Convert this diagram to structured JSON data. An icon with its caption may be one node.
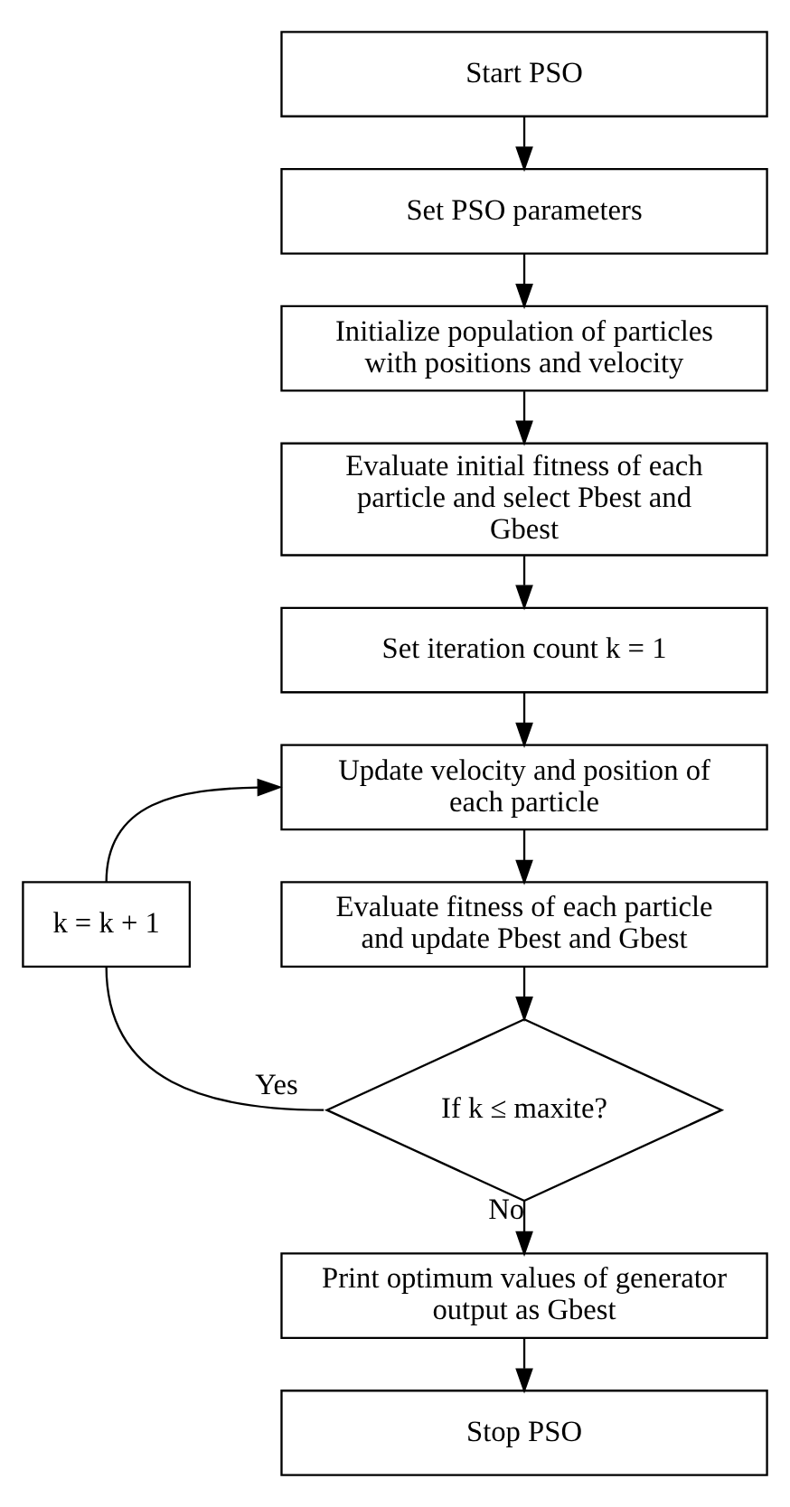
{
  "diagram": {
    "nodes": [
      {
        "text": [
          "Start PSO"
        ]
      },
      {
        "text": [
          "Set PSO parameters"
        ]
      },
      {
        "text": [
          "Initialize population of particles with positions and velocity"
        ]
      },
      {
        "text": [
          "Evaluate initial fitness of each particle and select Pbest and Gbest"
        ]
      },
      {
        "text": [
          "Set iteration count k = 1"
        ]
      },
      {
        "text": [
          "Update velocity and position of each particle"
        ]
      },
      {
        "text": [
          "Evaluate fitness of each particle and update Pbest and Gbest"
        ]
      },
      {
        "text": [
          "If k ≤ maxite?"
        ]
      },
      {
        "text": [
          "k = k + 1"
        ]
      },
      {
        "text": [
          "Print optimum values of generator output as Gbest"
        ]
      },
      {
        "text": [
          "Stop PSO"
        ]
      }
    ],
    "edges": [
      {
        "from": 0,
        "to": 1,
        "arrow": "to"
      },
      {
        "from": 1,
        "to": 2,
        "arrow": "to"
      },
      {
        "from": 2,
        "to": 3,
        "arrow": "to"
      },
      {
        "from": 3,
        "to": 4,
        "arrow": "to"
      },
      {
        "from": 4,
        "to": 5,
        "arrow": "to"
      },
      {
        "from": 5,
        "to": 6,
        "arrow": "to"
      },
      {
        "from": 6,
        "to": 7,
        "arrow": "to"
      },
      {
        "from": 7,
        "to": 8,
        "arrow": "none",
        "label": "Yes"
      },
      {
        "from": 8,
        "to": 5,
        "arrow": "to"
      },
      {
        "from": 7,
        "to": 9,
        "arrow": "to",
        "label": "No"
      },
      {
        "from": 9,
        "to": 10,
        "arrow": "to"
      }
    ]
  }
}
